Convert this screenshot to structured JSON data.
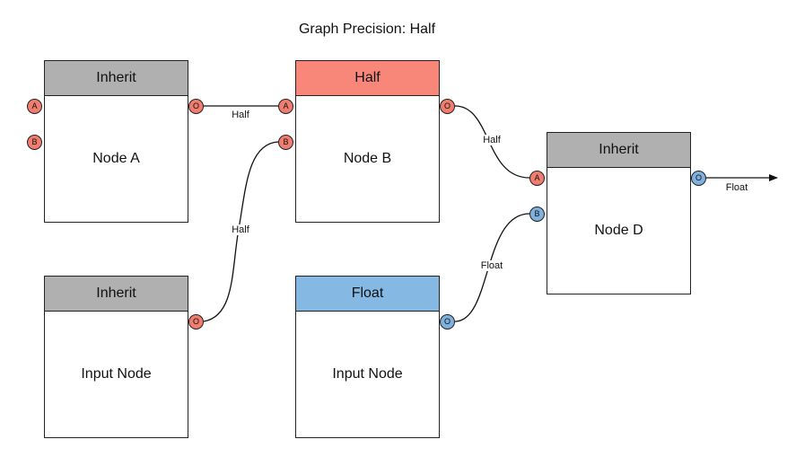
{
  "title": "Graph Precision: Half",
  "colors": {
    "inherit": "#b0b0b0",
    "half": "#f8877a",
    "float": "#85b8e3",
    "port_half": "#f07d6f",
    "port_float": "#7fb0de"
  },
  "nodes": {
    "node_a": {
      "precision": "Inherit",
      "name": "Node A",
      "ports": {
        "in_a": "A",
        "in_b": "B",
        "out": "O"
      }
    },
    "node_b": {
      "precision": "Half",
      "name": "Node B",
      "ports": {
        "in_a": "A",
        "in_b": "B",
        "out": "O"
      }
    },
    "node_d": {
      "precision": "Inherit",
      "name": "Node D",
      "ports": {
        "in_a": "A",
        "in_b": "B",
        "out": "O"
      }
    },
    "input_1": {
      "precision": "Inherit",
      "name": "Input Node",
      "ports": {
        "out": "O"
      }
    },
    "input_2": {
      "precision": "Float",
      "name": "Input Node",
      "ports": {
        "out": "O"
      }
    }
  },
  "edges": {
    "a_to_b": "Half",
    "input1_to_b": "Half",
    "b_to_d": "Half",
    "input2_to_d": "Float",
    "d_output": "Float"
  }
}
